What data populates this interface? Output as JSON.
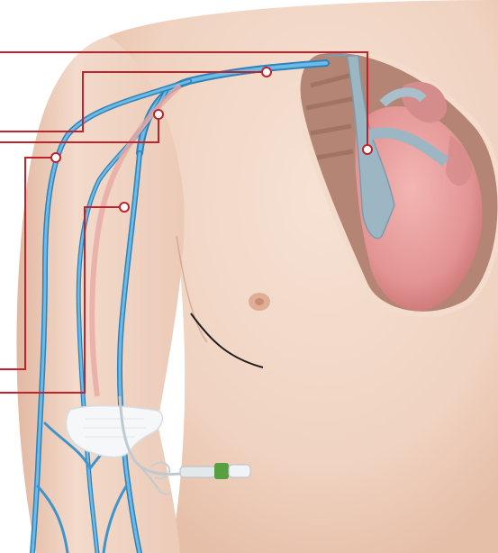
{
  "illustration": {
    "subject": "upper-torso-arm-venous-anatomy",
    "colors": {
      "skin": "#f2d8c8",
      "skin_shadow": "#e7c3af",
      "vein": "#4aa3d6",
      "vein_edge": "#2f7fb3",
      "artery": "#e7a7a0",
      "heart": "#e59a9a",
      "heart_shadow": "#c97676",
      "vena_cava": "#9cb3c0",
      "cavity": "#b98c7d",
      "dressing": "#f6f7f8",
      "catheter_tube": "#e9eef2",
      "connector_green": "#56a03f",
      "leader_line": "#c0232b",
      "outline": "#1f1f1f"
    },
    "callouts": [
      {
        "id": "heart",
        "target": "heart-right-atrium"
      },
      {
        "id": "subclavian",
        "target": "subclavian-vein"
      },
      {
        "id": "axillary",
        "target": "axillary-vein"
      },
      {
        "id": "cephalic",
        "target": "cephalic-vein"
      },
      {
        "id": "basilic",
        "target": "basilic-vein"
      }
    ]
  }
}
